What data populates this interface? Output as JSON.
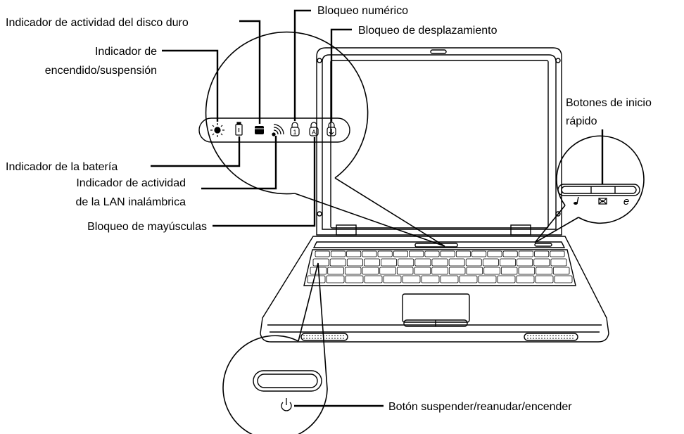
{
  "labels": {
    "hdd": "Indicador de actividad del disco duro",
    "power_line1": "Indicador de",
    "power_line2": "encendido/suspensión",
    "battery": "Indicador de la batería",
    "wlan_line1": "Indicador de actividad",
    "wlan_line2": "de la LAN inalámbrica",
    "caps": "Bloqueo de mayúsculas",
    "num": "Bloqueo numérico",
    "scroll": "Bloqueo de desplazamiento",
    "quick_line1": "Botones de inicio",
    "quick_line2": "rápido",
    "power_button": "Botón suspender/reanudar/encender"
  },
  "icons": {
    "power": "sun-icon",
    "battery": "battery-icon",
    "hdd": "disk-icon",
    "wlan": "wireless-icon",
    "num": "num-lock-icon",
    "caps": "caps-lock-icon",
    "scroll": "scroll-lock-icon",
    "quick1": "music-note-icon",
    "quick2": "mail-icon",
    "quick3": "internet-icon",
    "power_button": "power-icon"
  },
  "indicator_glyphs": {
    "num": "1",
    "caps": "A"
  }
}
